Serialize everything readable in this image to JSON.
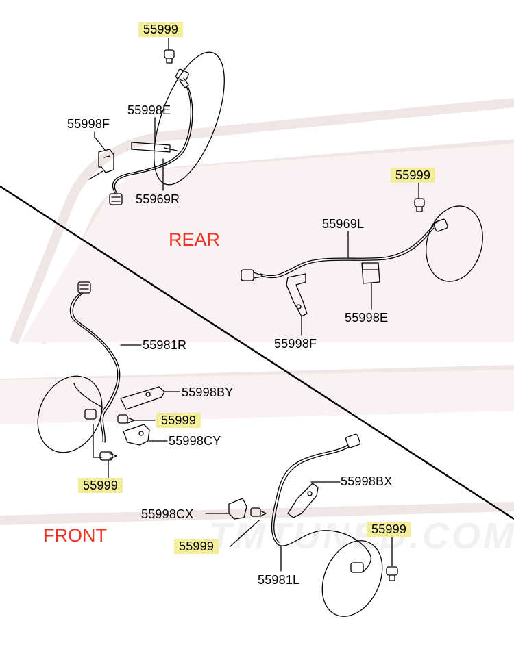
{
  "watermark": "TMTUNED.COM",
  "sections": {
    "rear": "REAR",
    "front": "FRONT"
  },
  "colors": {
    "highlight": "#f3ee9a",
    "section_label": "#ef3322",
    "line": "#000000",
    "watermark": "#f1f1f1"
  },
  "labels": {
    "rear_bolt_right_code": "55999",
    "rear_bolt_left_code": "55999",
    "front_bolt_right_a_code": "55999",
    "front_bolt_left_b_code": "55999",
    "front_bolt_left_c_code": "55999",
    "front_bolt_right_d_code": "55999",
    "rear_bracket_f_left": "55998F",
    "rear_bracket_e_left": "55998E",
    "rear_sensor_right_harness": "55969R",
    "rear_sensor_left_harness": "55969L",
    "rear_bracket_e_right": "55998E",
    "rear_bracket_f_right": "55998F",
    "front_sensor_right_harness": "55981R",
    "front_bracket_by": "55998BY",
    "front_bracket_cy": "55998CY",
    "front_bracket_bx": "55998BX",
    "front_bracket_cx": "55998CX",
    "front_sensor_left_harness": "55981L"
  }
}
